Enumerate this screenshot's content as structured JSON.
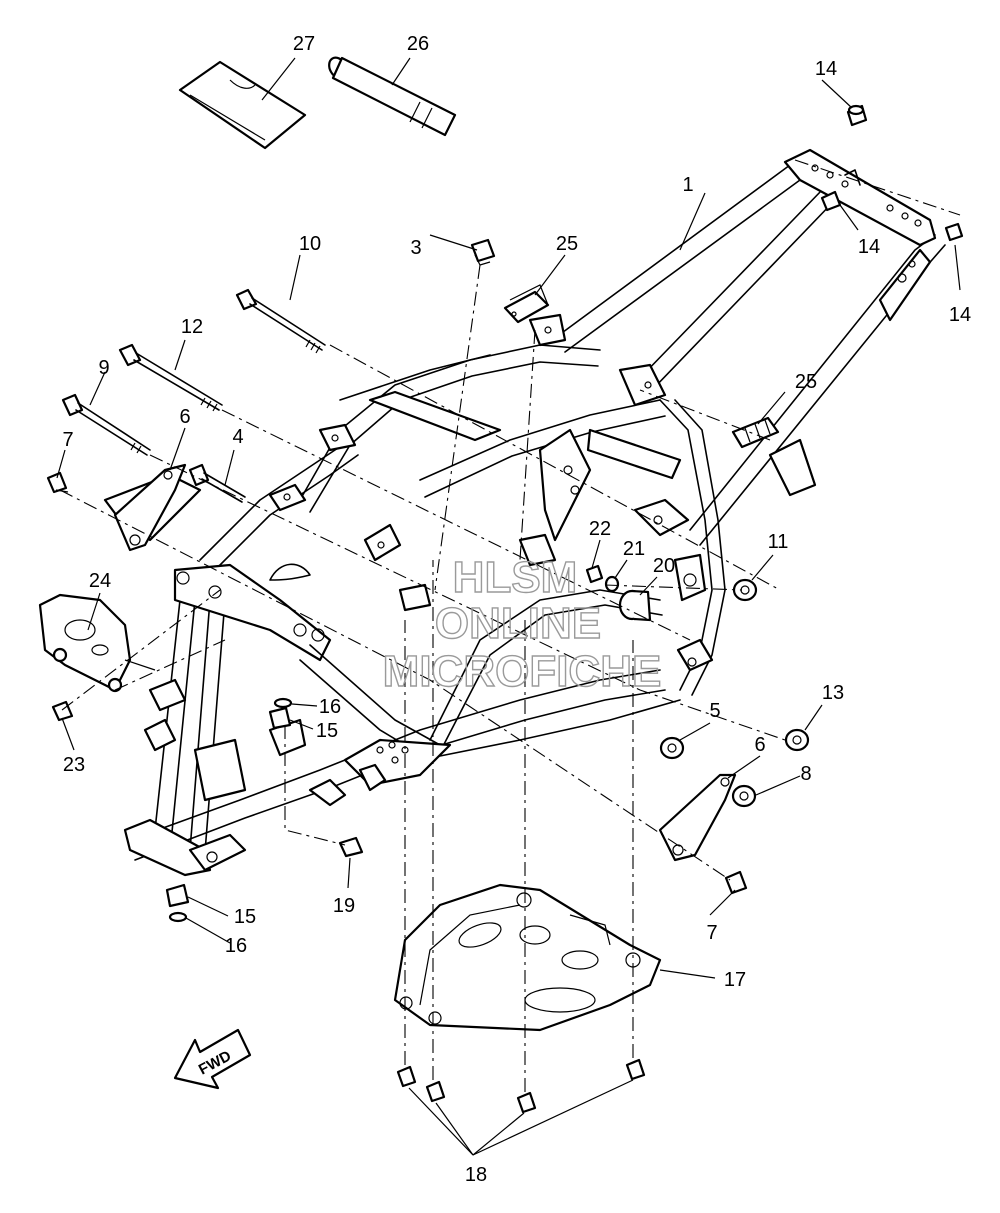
{
  "callouts": [
    "1",
    "3",
    "4",
    "5",
    "6",
    "6",
    "7",
    "7",
    "8",
    "9",
    "10",
    "11",
    "12",
    "13",
    "14",
    "14",
    "14",
    "15",
    "15",
    "16",
    "16",
    "17",
    "18",
    "19",
    "20",
    "21",
    "22",
    "23",
    "24",
    "25",
    "25",
    "26",
    "27"
  ],
  "watermark": {
    "line1": "HLSM",
    "line2": "ONLINE",
    "line3": "MICROFICHE"
  },
  "direction_badge": "FWD"
}
